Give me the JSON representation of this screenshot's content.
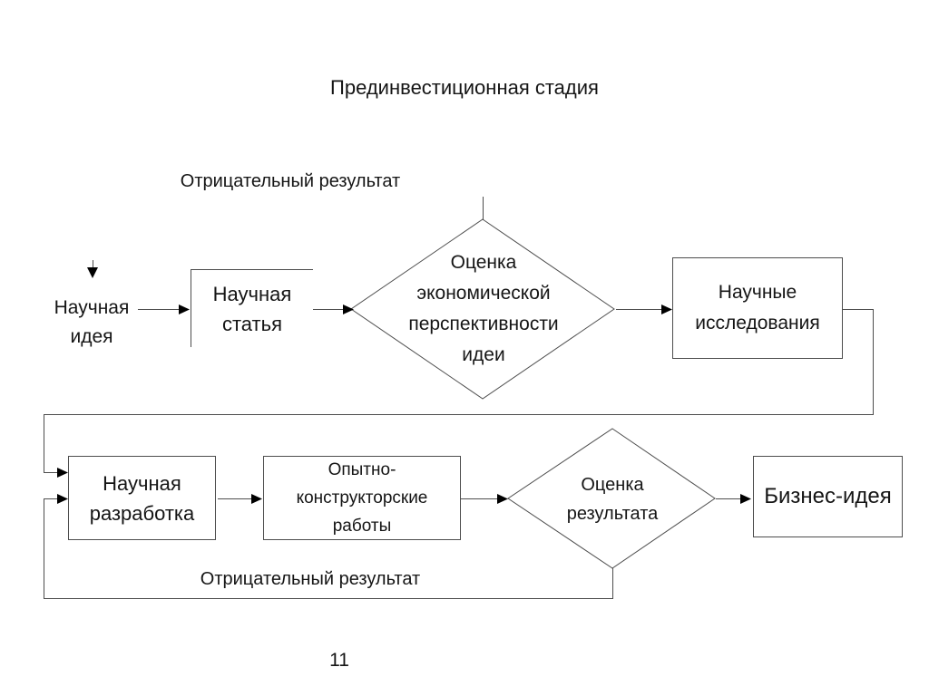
{
  "slide": {
    "title": "Прединвестиционная стадия",
    "page_number": "11"
  },
  "labels": {
    "negative_result_top": "Отрицательный результат",
    "negative_result_bottom": "Отрицательный результат"
  },
  "nodes": {
    "science_idea": "Научная\nидея",
    "science_article": "Научная\nстатья",
    "eval_prospects": "Оценка\nэкономической\nперспективности\nидеи",
    "science_research": "Научные\nисследования",
    "science_development": "Научная\nразработка",
    "design_works": "Опытно-\nконструкторские\nработы",
    "eval_result": "Оценка\nрезультата",
    "business_idea": "Бизнес-идея"
  },
  "colors": {
    "line": "#4d4d4d",
    "arrowhead": "#000000",
    "text": "#151515",
    "background": "#ffffff"
  }
}
